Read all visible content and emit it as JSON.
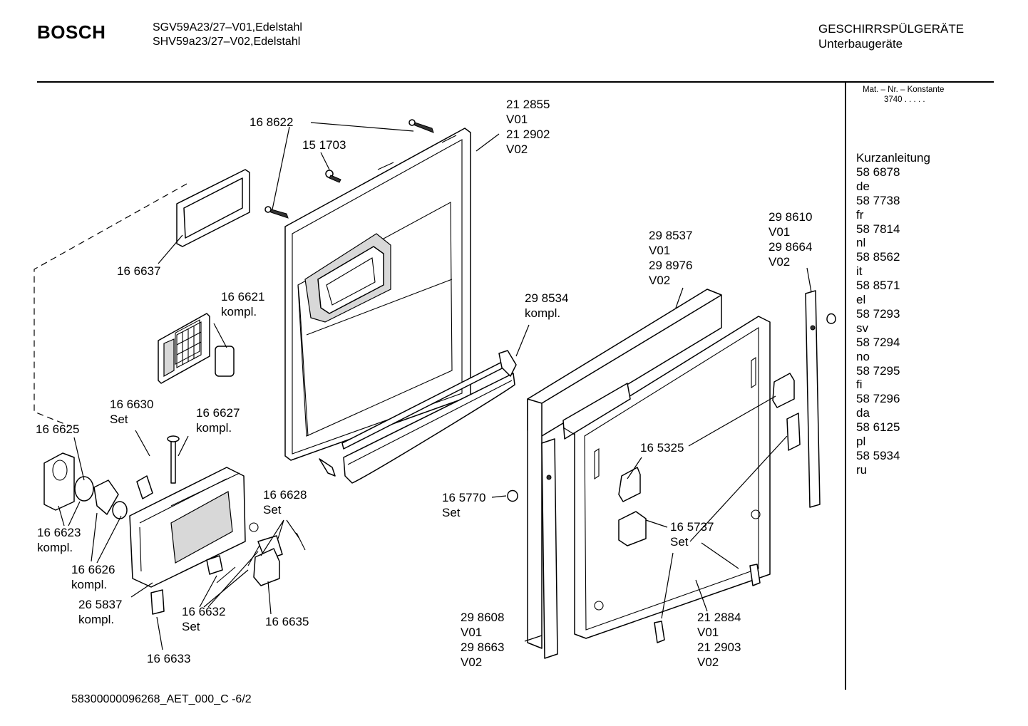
{
  "header": {
    "brand": "BOSCH",
    "models": [
      "SGV59A23/27–V01,Edelstahl",
      "SHV59a23/27–V02,Edelstahl"
    ],
    "category": "GESCHIRRSPÜLGERÄTE",
    "subcategory": "Unterbaugeräte"
  },
  "sidebar": {
    "mat_label": "Mat. – Nr. – Konstante",
    "mat_value": "3740  .  .   .  .  .",
    "lines": [
      "Kurzanleitung",
      "58 6878",
      "de",
      "58 7738",
      "fr",
      "58 7814",
      "nl",
      "58 8562",
      "it",
      "58 8571",
      "el",
      "58 7293",
      "sv",
      "58 7294",
      "no",
      "58 7295",
      "fi",
      "58 7296",
      "da",
      "58 6125",
      "pl",
      "58 5934",
      "ru"
    ]
  },
  "labels": {
    "l_212855": [
      "21 2855",
      "V01",
      "21 2902",
      "V02"
    ],
    "l_168622": [
      "16 8622"
    ],
    "l_151703": [
      "15 1703"
    ],
    "l_166637": [
      "16 6637"
    ],
    "l_166621": [
      "16 6621",
      "kompl."
    ],
    "l_166630": [
      "16 6630",
      "Set"
    ],
    "l_166627": [
      "16 6627",
      "kompl."
    ],
    "l_166625": [
      "16 6625"
    ],
    "l_166628": [
      "16 6628",
      "Set"
    ],
    "l_166623": [
      "16 6623",
      "kompl."
    ],
    "l_166626": [
      "16 6626",
      "kompl."
    ],
    "l_265837": [
      "26 5837",
      "kompl."
    ],
    "l_166632": [
      "16 6632",
      "Set"
    ],
    "l_166635": [
      "16 6635"
    ],
    "l_166633": [
      "16 6633"
    ],
    "l_298534": [
      "29 8534",
      "kompl."
    ],
    "l_298537": [
      "29 8537",
      "V01",
      "29 8976",
      "V02"
    ],
    "l_298610": [
      "29 8610",
      "V01",
      "29 8664",
      "V02"
    ],
    "l_165770": [
      "16 5770",
      "Set"
    ],
    "l_165325": [
      "16 5325"
    ],
    "l_165737": [
      "16 5737",
      "Set"
    ],
    "l_298608": [
      "29 8608",
      "V01",
      "29 8663",
      "V02"
    ],
    "l_212884": [
      "21 2884",
      "V01",
      "21 2903",
      "V02"
    ]
  },
  "footer": {
    "code": "58300000096268_AET_000_C  -6/2"
  }
}
